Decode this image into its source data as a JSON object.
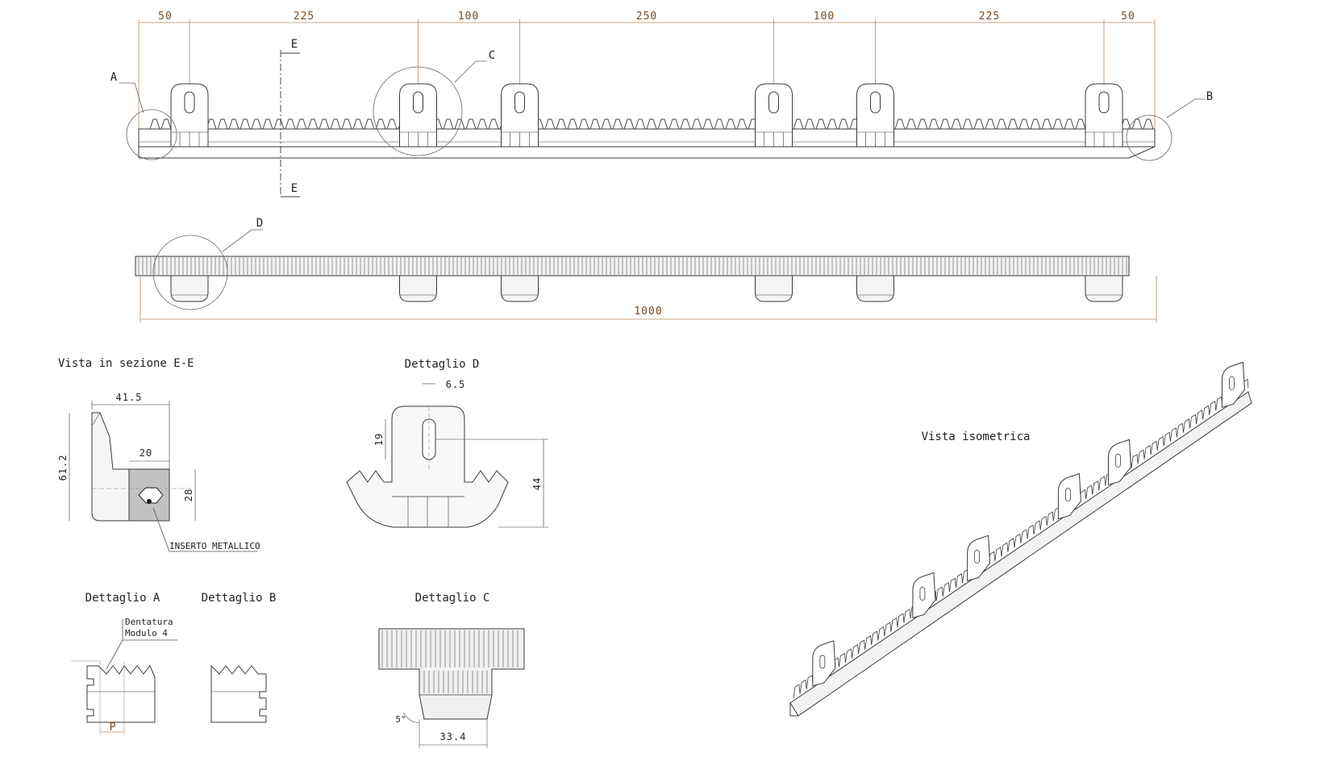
{
  "colors": {
    "ink": "#3a3a3a",
    "dim": "#b98a64",
    "dimtext": "#7a4a22",
    "fill": "#e6e6e6",
    "insert": "#a3a3a3"
  },
  "top_dims": [
    "50",
    "225",
    "100",
    "250",
    "100",
    "225",
    "50"
  ],
  "overall_length": "1000",
  "callouts": {
    "a": "A",
    "b": "B",
    "c": "C",
    "d": "D",
    "e": "E"
  },
  "section": {
    "title": "Vista in sezione E-E",
    "width": "41.5",
    "inner": "20",
    "height": "61.2",
    "insert_h": "28",
    "insert_label": "INSERTO METALLICO"
  },
  "detail_d": {
    "title": "Dettaglio D",
    "slot": "6.5",
    "slot_h": "19",
    "height": "44"
  },
  "detail_a": {
    "title": "Dettaglio A",
    "note_line1": "Dentatura",
    "note_line2": "Modulo 4",
    "pitch": "P"
  },
  "detail_b": {
    "title": "Dettaglio B"
  },
  "detail_c": {
    "title": "Dettaglio C",
    "angle": "5°",
    "width": "33.4"
  },
  "iso": {
    "title": "Vista isometrica"
  }
}
